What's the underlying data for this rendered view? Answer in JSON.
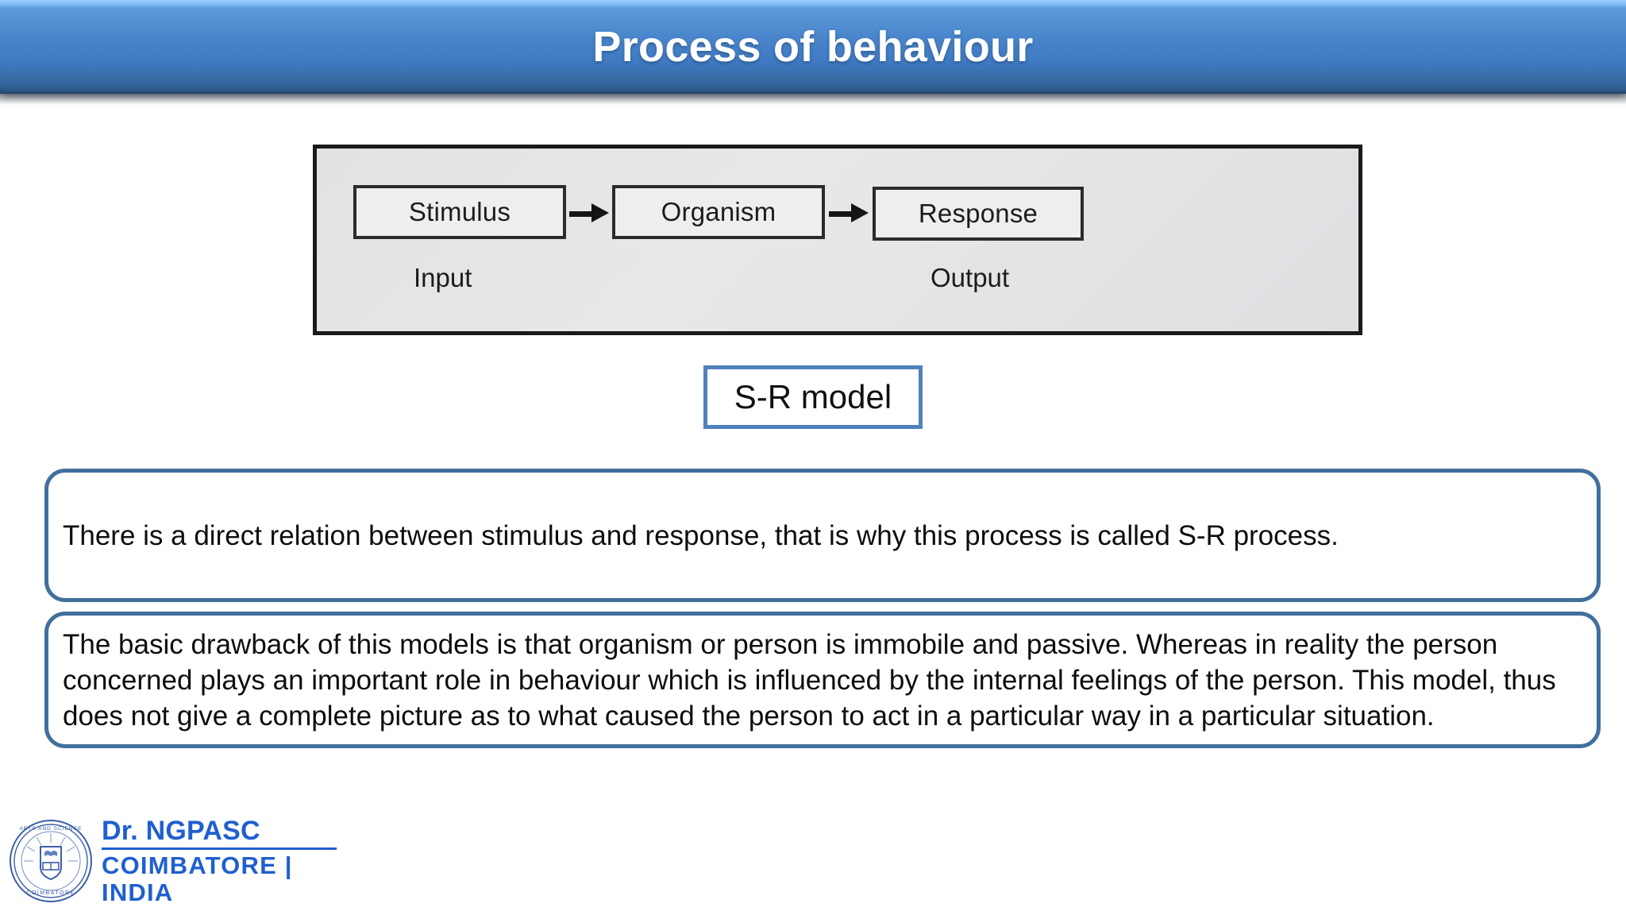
{
  "slide": {
    "title": "Process of behaviour",
    "background_color": "#ffffff",
    "banner_color": "#3f7ac2",
    "accent_color": "#41709c"
  },
  "diagram": {
    "name": "s-r-model-diagram",
    "nodes": [
      {
        "label": "Stimulus"
      },
      {
        "label": "Organism"
      },
      {
        "label": "Response"
      }
    ],
    "connectors": [
      "arrow-right",
      "arrow-right"
    ],
    "labels": {
      "input": "Input",
      "output": "Output"
    }
  },
  "caption": {
    "sr_model": "S-R model"
  },
  "statements": [
    {
      "text": "There is a direct relation between stimulus and response, that is why this process is called S-R process."
    },
    {
      "text": "The basic drawback of this models is that organism or person is immobile and passive. Whereas in reality the person concerned plays an important role in behaviour which is influenced by the internal feelings of the person. This model, thus does not give a complete picture as to what caused the person to act in a particular way in a particular situation."
    }
  ],
  "footer": {
    "logo_icon": "college-seal-icon",
    "institution": "Dr. NGPASC",
    "location": "COIMBATORE | INDIA",
    "brand_color": "#1f5fd0"
  }
}
